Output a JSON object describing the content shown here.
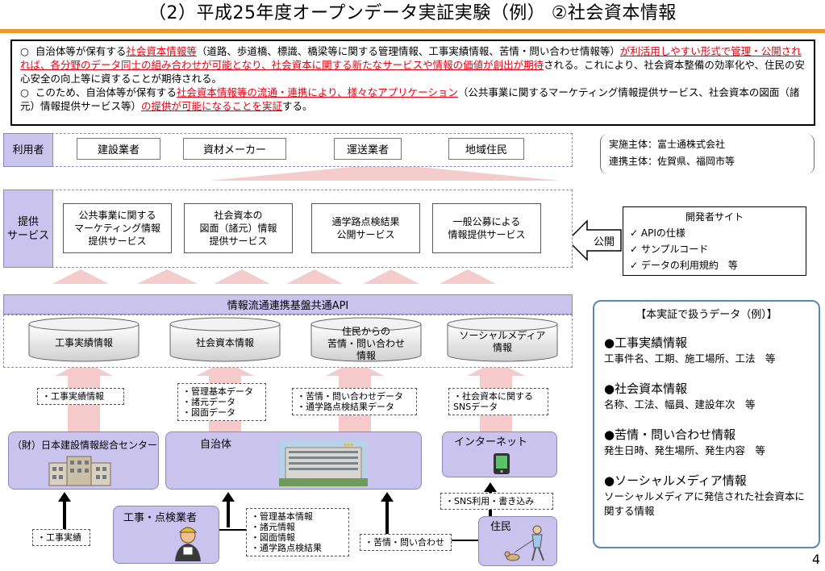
{
  "title": "（2）平成25年度オープンデータ実証実験（例）  ②社会資本情報",
  "summary": {
    "bullet": "○",
    "line1_pre": "自治体等が保有する",
    "line1_red1": "社会資本情報等",
    "line1_mid": "（道路、歩道橋、標識、橋梁等に関する管理情報、工事実績情報、苦情・問い合わせ情報等）",
    "line1_red2": "が利活用しやすい形式で管理・公開されれば、各分野のデータ同士の組み合わせが可能となり、社会資本に関する新たなサービスや情報の価値が創出が期待",
    "line1_post": "される。これにより、社会資本整備の効率化や、住民の安心安全の向上等に資することが期待される。",
    "line2_pre": "このため、自治体等が保有する",
    "line2_red1": "社会資本情報等の流通・連携により、様々なアプリケーション",
    "line2_mid": "（公共事業に関するマーケティング情報提供サービス、社会資本の図面（諸元）情報提供サービス等）",
    "line2_red2": "の提供が可能になることを実証",
    "line2_post": "する。"
  },
  "users": {
    "label": "利用者",
    "items": [
      "建設業者",
      "資材メーカー",
      "運送業者",
      "地域住民"
    ]
  },
  "implementer": {
    "line1": "実施主体：富士通株式会社",
    "line2": "連携主体：佐賀県、福岡市等"
  },
  "services": {
    "label_l1": "提供",
    "label_l2": "サービス",
    "items": [
      {
        "l1": "公共事業に関する",
        "l2": "マーケティング情報",
        "l3": "提供サービス"
      },
      {
        "l1": "社会資本の",
        "l2": "図面（諸元）情報",
        "l3": "提供サービス"
      },
      {
        "l1": "通学路点検結果",
        "l2": "公開サービス",
        "l3": ""
      },
      {
        "l1": "一般公募による",
        "l2": "情報提供サービス",
        "l3": ""
      }
    ],
    "publish_label": "公開"
  },
  "developer": {
    "title": "開発者サイト",
    "items": [
      "APIの仕様",
      "サンプルコード",
      "データの利用規約　等"
    ]
  },
  "api": {
    "label": "情報流通連携基盤共通API"
  },
  "databases": [
    {
      "l1": "工事実績情報",
      "l2": "",
      "l3": ""
    },
    {
      "l1": "社会資本情報",
      "l2": "",
      "l3": ""
    },
    {
      "l1": "住民からの",
      "l2": "苦情・問い合わせ",
      "l3": "情報"
    },
    {
      "l1": "ソーシャルメディア",
      "l2": "情報",
      "l3": ""
    }
  ],
  "sources": {
    "s1": "・工事実績情報",
    "s2_l1": "・管理基本データ",
    "s2_l2": "・諸元データ",
    "s2_l3": "・図面データ",
    "s3_l1": "・苦情・問い合わせデータ",
    "s3_l2": "・通学路点検結果データ",
    "s4_l1": "・社会資本に関する",
    "s4_l2": "SNSデータ"
  },
  "orgs": {
    "jacic": "（財）日本建設情報総合センター",
    "municipality": "自治体",
    "internet": "インターネット",
    "inspector": "工事・点検業者",
    "resident": "住民"
  },
  "flows": {
    "construction_record": "・工事実績",
    "inspector_l1": "・管理基本情報",
    "inspector_l2": "・諸元情報",
    "inspector_l3": "・図面情報",
    "inspector_l4": "・通学路点検結果",
    "complaints": "・苦情・問い合わせ",
    "sns_use": "・SNS利用・書き込み"
  },
  "legend": {
    "title": "【本実証で扱うデータ（例）】",
    "items": [
      {
        "head": "●工事実績情報",
        "desc": "工事件名、工期、施工場所、工法　等"
      },
      {
        "head": "●社会資本情報",
        "desc": "名称、工法、幅員、建設年次　等"
      },
      {
        "head": "●苦情・問い合わせ情報",
        "desc": "発生日時、発生場所、発生内容　等"
      },
      {
        "head": "●ソーシャルメディア情報",
        "desc": "ソーシャルメディアに発信された社会資本に関する情報"
      }
    ]
  },
  "page_number": "4",
  "colors": {
    "accent_rule": "#e89a2a",
    "lavender": "#c9c3ee",
    "arrow_pink": "#f2c4c4",
    "emphasis_red": "#e60012",
    "legend_border": "#5a86b8"
  }
}
